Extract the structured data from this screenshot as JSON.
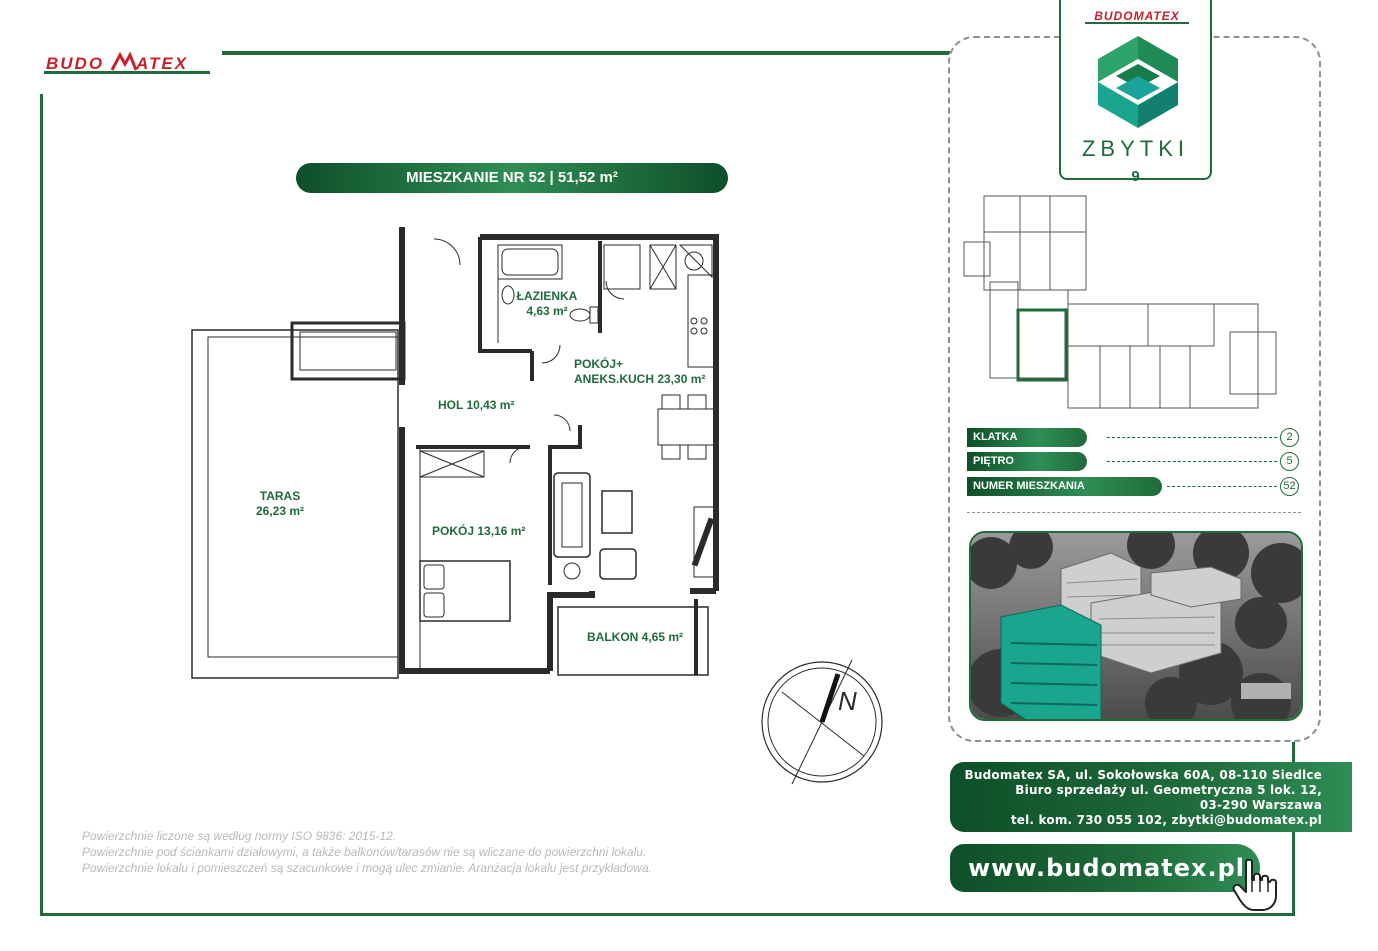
{
  "brand": {
    "logo_text": "BUDOMATEX",
    "colors": {
      "primary": "#1f6b3a",
      "logo_red": "#c8202a",
      "teal": "#1aa58f"
    }
  },
  "title": {
    "label": "MIESZKANIE NR 52 | 51,52 m²"
  },
  "rooms": [
    {
      "name": "ŁAZIENKA",
      "area": "4,63 m²"
    },
    {
      "name": "POKÓJ+",
      "area": "ANEKS.KUCH 23,30 m²"
    },
    {
      "name": "HOL 10,43 m²"
    },
    {
      "name": "TARAS",
      "area": "26,23 m²"
    },
    {
      "name": "POKÓJ 13,16 m²"
    },
    {
      "name": "BALKON 4,65 m²"
    }
  ],
  "compass": {
    "label": "N"
  },
  "notes": [
    "Powierzchnie liczone są według normy ISO 9836: 2015-12.",
    "Powierzchnie pod ściankami działowymi, a także balkonów/tarasów nie są wliczane do powierzchni lokalu.",
    "Powierzchnie lokalu i pomieszczeń są szacunkowe i mogą ulec zmianie. Aranżacja lokalu jest przykładowa."
  ],
  "project": {
    "name": "ZBYTKI",
    "number": "9",
    "logo_text": "BUDOMATEX"
  },
  "info": [
    {
      "label": "KLATKA",
      "value": "2"
    },
    {
      "label": "PIĘTRO",
      "value": "5"
    },
    {
      "label": "NUMER MIESZKANIA",
      "value": "52"
    }
  ],
  "contact": {
    "lines": [
      "Budomatex SA, ul. Sokołowska 60A, 08-110 Siedlce",
      "Biuro sprzedaży ul. Geometryczna 5 lok. 12,",
      "03-290 Warszawa",
      "tel. kom. 730 055 102, zbytki@budomatex.pl"
    ]
  },
  "website": {
    "url": "www.budomatex.pl"
  },
  "icons": [
    "hand-pointer-icon",
    "compass-icon",
    "zbytki-logo-icon"
  ]
}
